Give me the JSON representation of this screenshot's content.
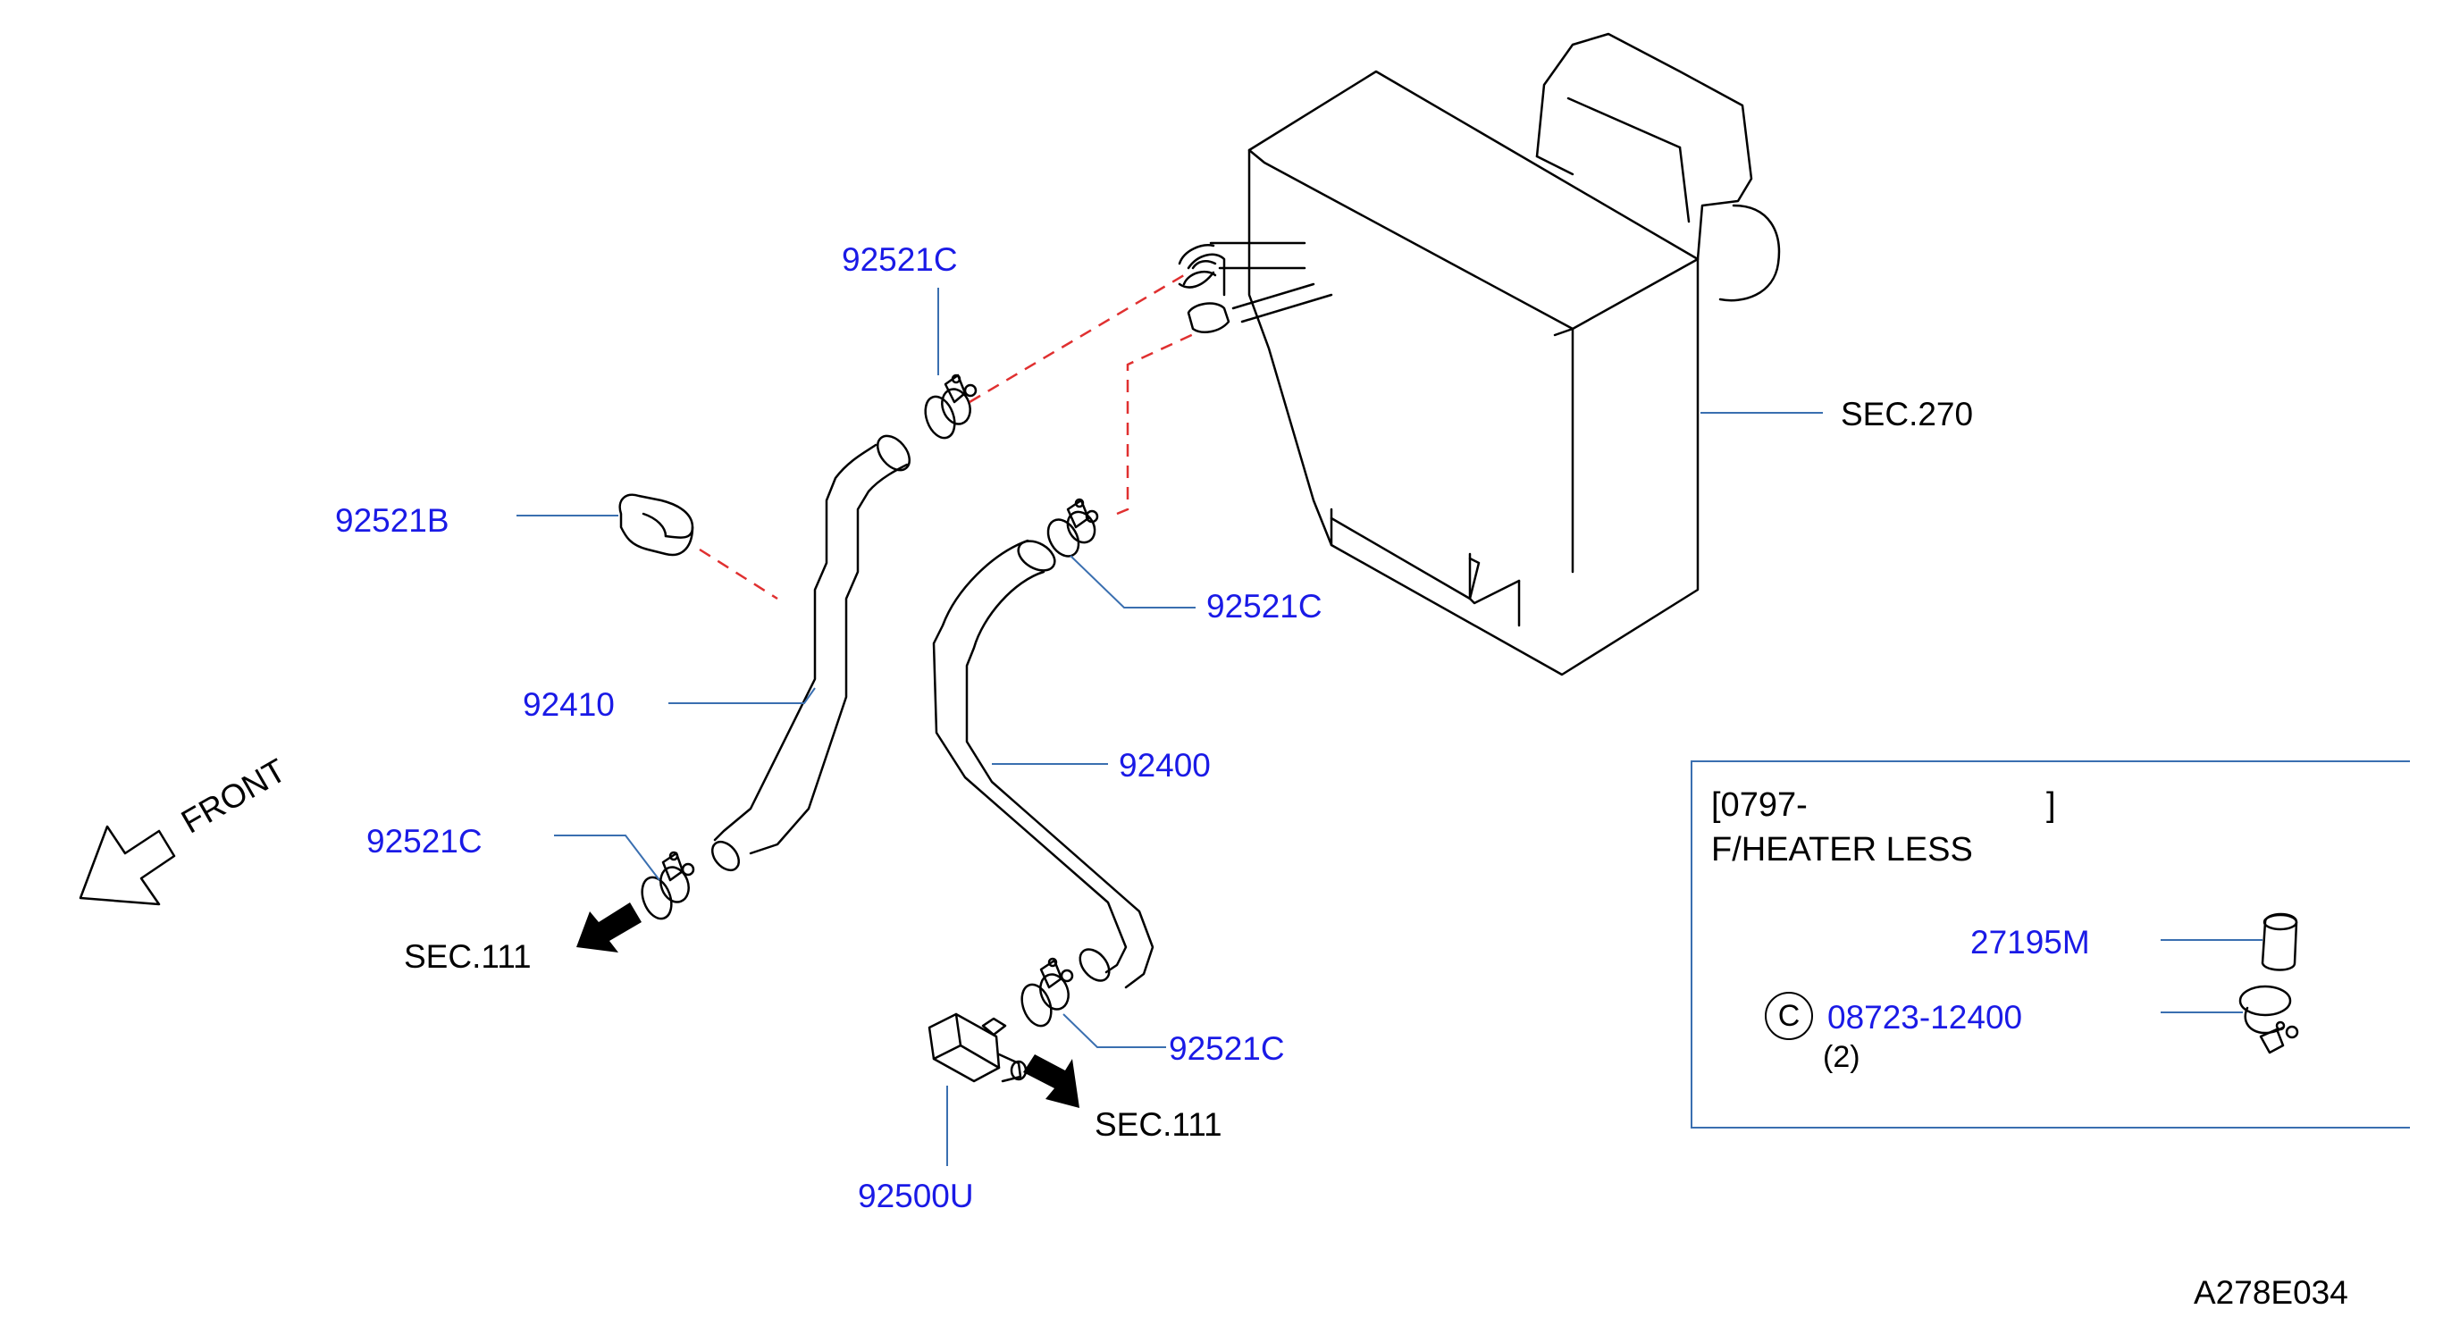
{
  "labels": {
    "p92521c_top": "92521C",
    "p92521b": "92521B",
    "p92410": "92410",
    "p92521c_left": "92521C",
    "p92521c_mid": "92521C",
    "p92400": "92400",
    "p92521c_low": "92521C",
    "p92500u": "92500U",
    "sec270": "SEC.270",
    "sec111_left": "SEC.111",
    "sec111_right": "SEC.111",
    "front": "FRONT",
    "diagram_code": "A278E034"
  },
  "legend_box": {
    "date_range_open": "[0797-",
    "date_range_close": "]",
    "condition": "F/HEATER  LESS",
    "part_a": "27195M",
    "part_b": "08723-12400",
    "part_b_qty": "(2)",
    "circle_mark": "C"
  },
  "colors": {
    "part_number": "#1a1ae6",
    "leader_line": "#3a6fb0",
    "dashed_line": "#e03030",
    "outline": "#000000"
  }
}
